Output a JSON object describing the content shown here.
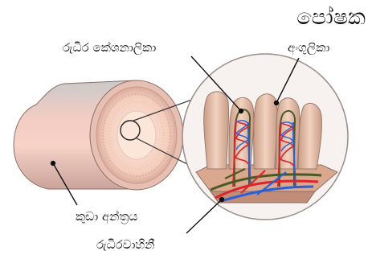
{
  "title": "පෝෂක",
  "labels": {
    "capillaries": "රුධිර කේශනාලිකා",
    "villi": "අංගුලිකා",
    "small_intestine": "කුඩා අන්ත්‍රය",
    "blood_vessels": "රුධිරවාහිනී"
  },
  "colors": {
    "intestine_outer": "#f0c2b8",
    "intestine_cut": "#fbe0d2",
    "villus": "#dfb29c",
    "lymph_green": "#4a5a25",
    "artery_red": "#d9262c",
    "vein_blue": "#2a5fd6"
  }
}
